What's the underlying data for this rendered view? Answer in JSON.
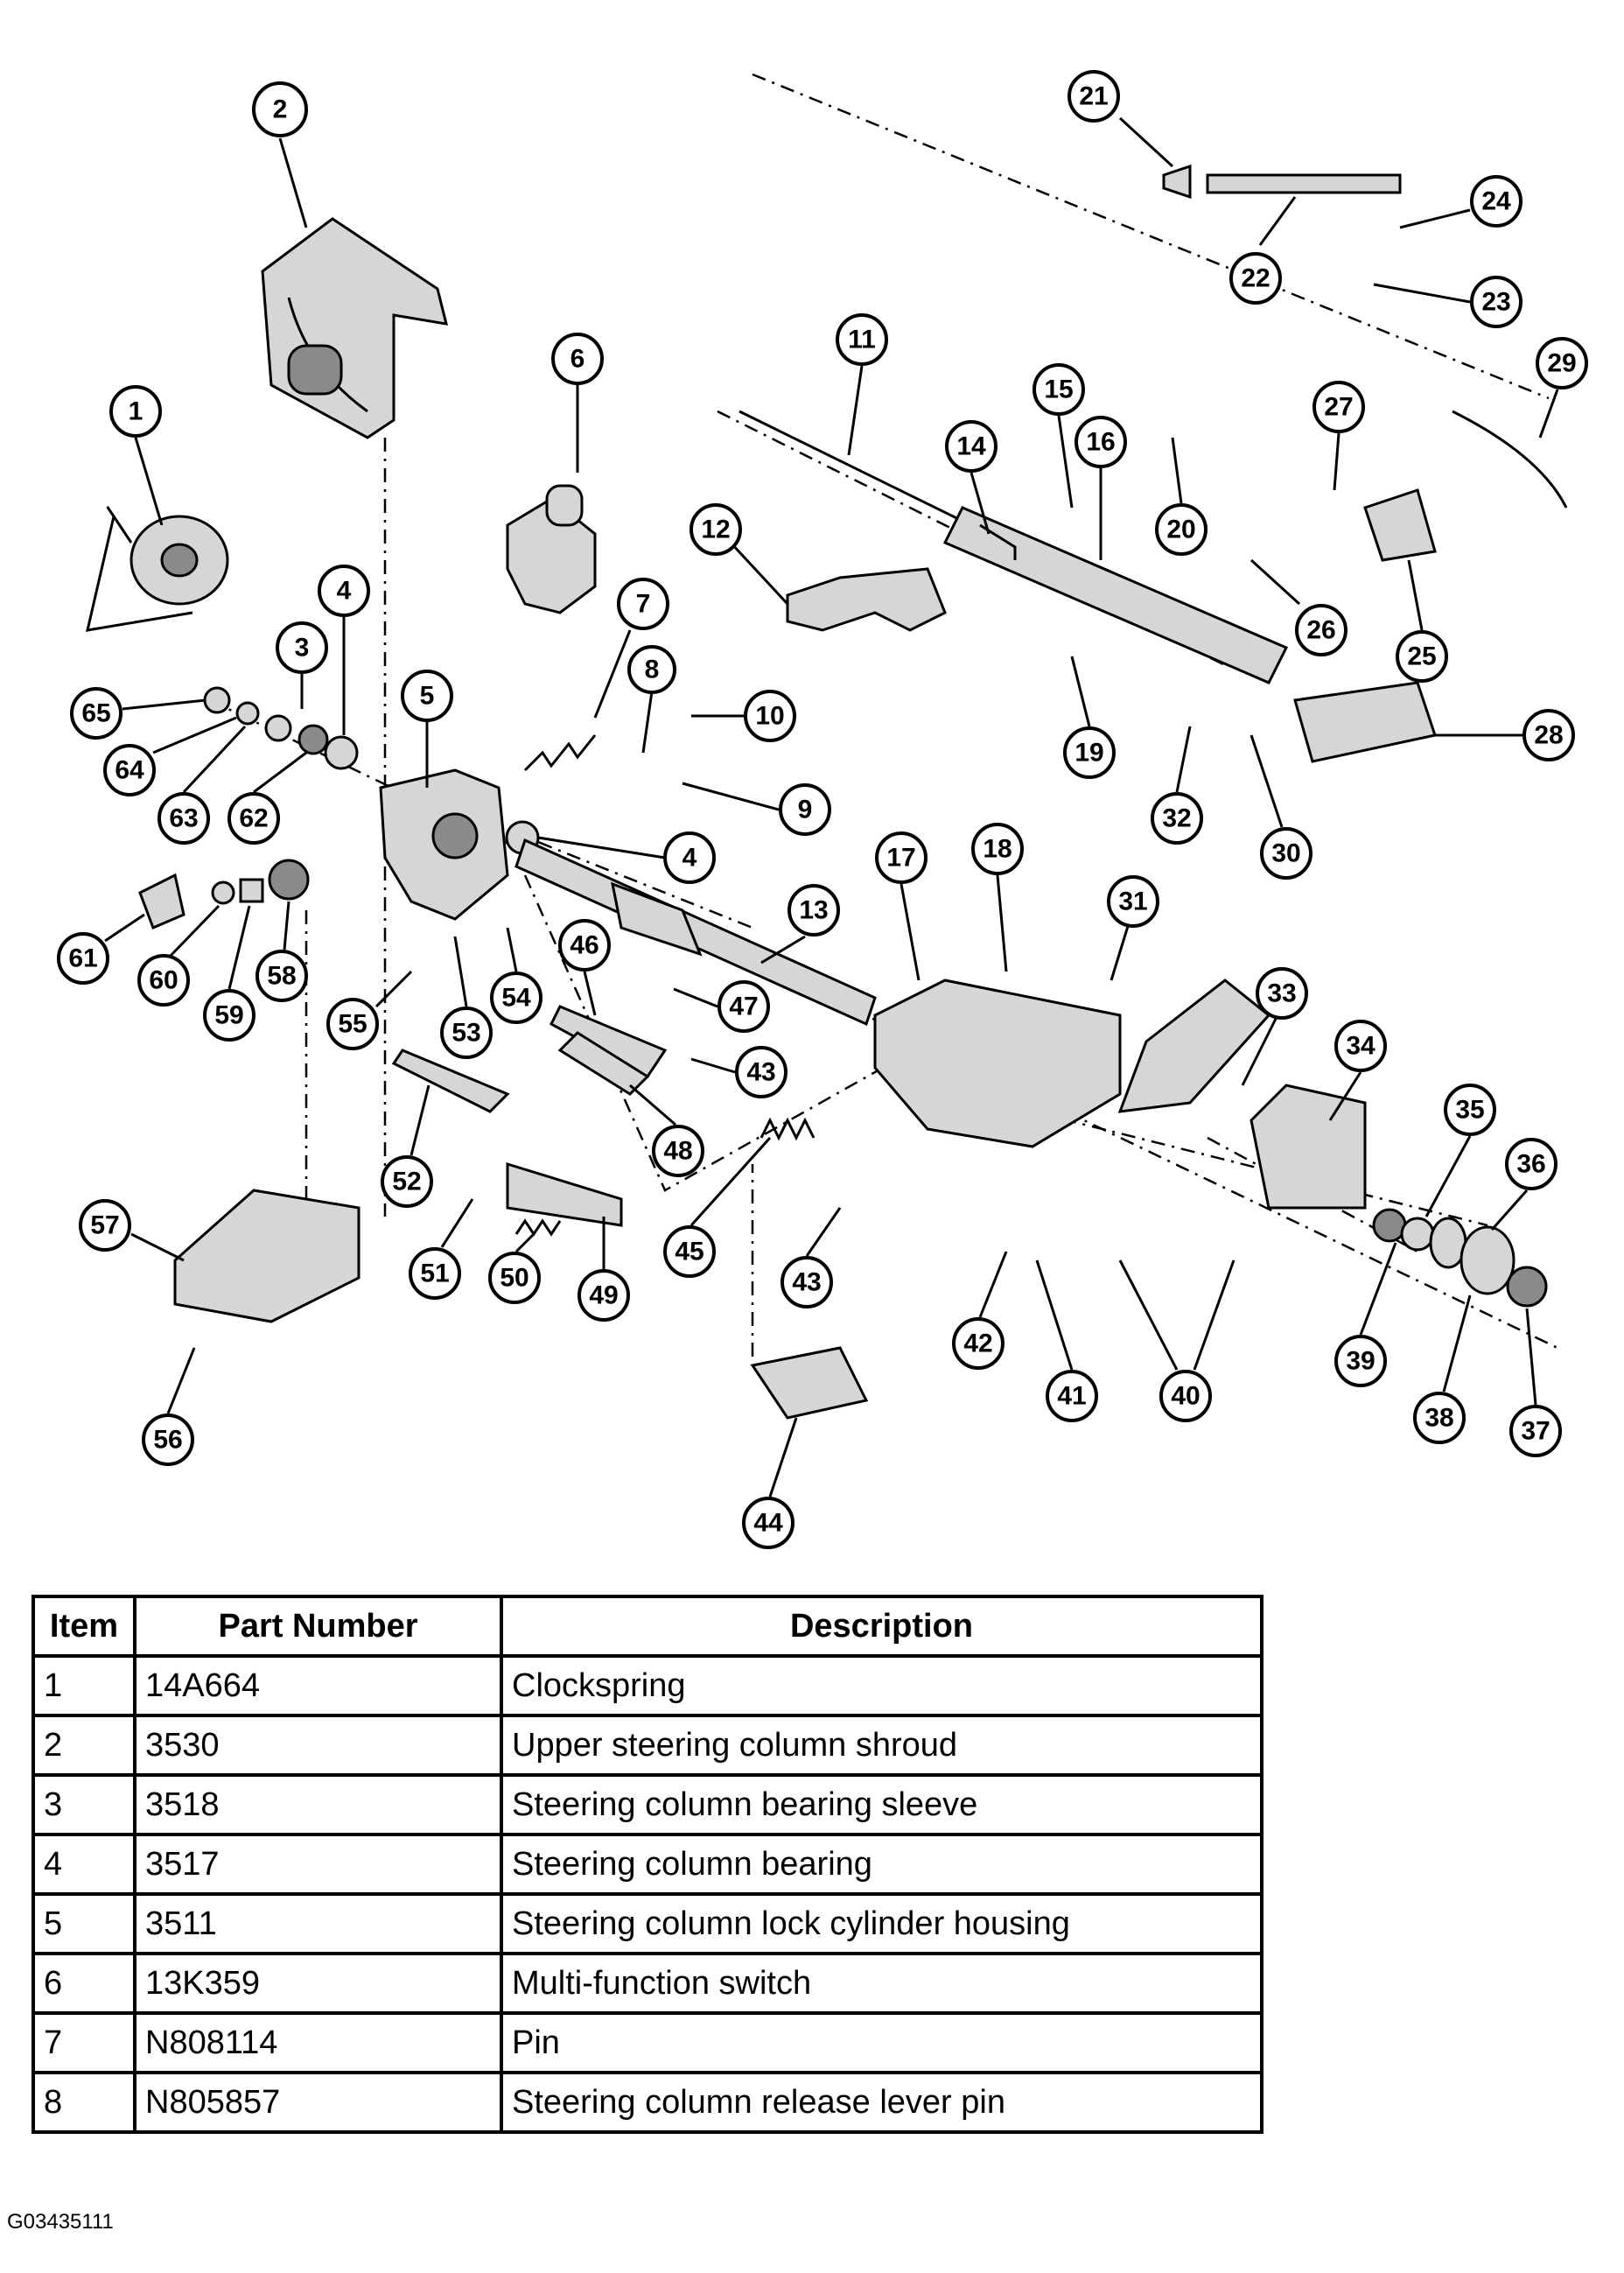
{
  "diagram": {
    "callouts": [
      "1",
      "2",
      "3",
      "4",
      "4",
      "5",
      "6",
      "7",
      "8",
      "9",
      "10",
      "11",
      "12",
      "13",
      "14",
      "15",
      "16",
      "17",
      "18",
      "19",
      "20",
      "21",
      "22",
      "23",
      "24",
      "25",
      "26",
      "27",
      "28",
      "29",
      "30",
      "31",
      "32",
      "33",
      "34",
      "35",
      "36",
      "37",
      "38",
      "39",
      "40",
      "41",
      "42",
      "43",
      "43",
      "44",
      "45",
      "46",
      "47",
      "48",
      "49",
      "50",
      "51",
      "52",
      "53",
      "54",
      "55",
      "56",
      "57",
      "58",
      "59",
      "60",
      "61",
      "62",
      "63",
      "64",
      "65"
    ]
  },
  "table": {
    "headers": {
      "item": "Item",
      "part_number": "Part Number",
      "description": "Description"
    },
    "rows": [
      {
        "item": "1",
        "part_number": "14A664",
        "description": "Clockspring"
      },
      {
        "item": "2",
        "part_number": "3530",
        "description": "Upper steering column shroud"
      },
      {
        "item": "3",
        "part_number": "3518",
        "description": "Steering column bearing sleeve"
      },
      {
        "item": "4",
        "part_number": "3517",
        "description": "Steering column bearing"
      },
      {
        "item": "5",
        "part_number": "3511",
        "description": "Steering column lock cylinder housing"
      },
      {
        "item": "6",
        "part_number": "13K359",
        "description": "Multi-function switch"
      },
      {
        "item": "7",
        "part_number": "N808114",
        "description": "Pin"
      },
      {
        "item": "8",
        "part_number": "N805857",
        "description": "Steering column release lever pin"
      }
    ]
  },
  "figure_id": "G03435111"
}
